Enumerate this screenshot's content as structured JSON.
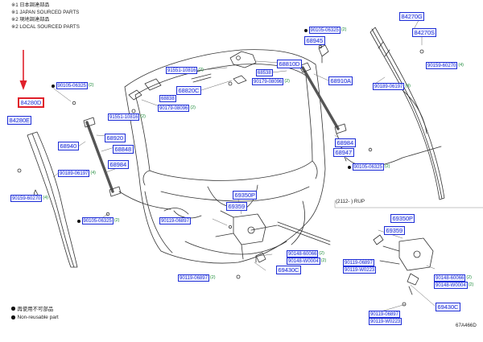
{
  "notes": [
    {
      "mark": "※",
      "text": "1 日本調達部品"
    },
    {
      "mark": "※",
      "text": "1 JAPAN SOURCED PARTS"
    },
    {
      "mark": "※",
      "text": "2 現地調達部品"
    },
    {
      "mark": "※",
      "text": "2 LOCAL SOURCED PARTS"
    }
  ],
  "labels": [
    {
      "id": "l84280D",
      "pn": "84280D",
      "qty": "",
      "dot": false,
      "big": true,
      "hl": true
    },
    {
      "id": "l84280E",
      "pn": "84280E",
      "qty": "",
      "dot": false,
      "big": true,
      "hl": false
    },
    {
      "id": "l90105a",
      "pn": "90105-06325",
      "qty": "(2)",
      "dot": true,
      "big": false,
      "hl": false
    },
    {
      "id": "l68940",
      "pn": "68940",
      "qty": "",
      "dot": false,
      "big": true,
      "hl": false
    },
    {
      "id": "l90189a",
      "pn": "90189-06197",
      "qty": "(4)",
      "dot": false,
      "big": false,
      "hl": false
    },
    {
      "id": "l90159a",
      "pn": "90159-60270",
      "qty": "(4)",
      "dot": false,
      "big": false,
      "hl": false
    },
    {
      "id": "l90105b",
      "pn": "90105-06325",
      "qty": "(2)",
      "dot": true,
      "big": false,
      "hl": false
    },
    {
      "id": "l68920",
      "pn": "68920",
      "qty": "",
      "dot": false,
      "big": true,
      "hl": false
    },
    {
      "id": "l68848",
      "pn": "68848",
      "qty": "",
      "dot": false,
      "big": true,
      "hl": false
    },
    {
      "id": "l68984a",
      "pn": "68984",
      "qty": "",
      "dot": false,
      "big": true,
      "hl": false
    },
    {
      "id": "l91551a",
      "pn": "91551-10816",
      "qty": "(2)",
      "dot": false,
      "big": false,
      "hl": false
    },
    {
      "id": "l68820C",
      "pn": "68820C",
      "qty": "",
      "dot": false,
      "big": true,
      "hl": false
    },
    {
      "id": "l68838",
      "pn": "68838",
      "qty": "",
      "dot": false,
      "big": false,
      "hl": false
    },
    {
      "id": "l90179",
      "pn": "90179-08096",
      "qty": "(2)",
      "dot": false,
      "big": false,
      "hl": false
    },
    {
      "id": "l91551b",
      "pn": "91551-10816",
      "qty": "(2)",
      "dot": false,
      "big": false,
      "hl": false
    },
    {
      "id": "l68810D",
      "pn": "68810D",
      "qty": "",
      "dot": false,
      "big": true,
      "hl": false
    },
    {
      "id": "l68538",
      "pn": "68538",
      "qty": "",
      "dot": false,
      "big": false,
      "hl": false
    },
    {
      "id": "l90179b",
      "pn": "90179-08096",
      "qty": "(2)",
      "dot": false,
      "big": false,
      "hl": false
    },
    {
      "id": "l68910A",
      "pn": "68910A",
      "qty": "",
      "dot": false,
      "big": true,
      "hl": false
    },
    {
      "id": "l90105c",
      "pn": "90105-06325",
      "qty": "(2)",
      "dot": true,
      "big": false,
      "hl": false
    },
    {
      "id": "l68945",
      "pn": "68945",
      "qty": "",
      "dot": false,
      "big": true,
      "hl": false
    },
    {
      "id": "l84270G",
      "pn": "84270G",
      "qty": "",
      "dot": false,
      "big": true,
      "hl": false
    },
    {
      "id": "l84270S",
      "pn": "84270S",
      "qty": "",
      "dot": false,
      "big": true,
      "hl": false
    },
    {
      "id": "l90159b",
      "pn": "90159-60270",
      "qty": "(4)",
      "dot": false,
      "big": false,
      "hl": false
    },
    {
      "id": "l90189b",
      "pn": "90189-06197",
      "qty": "(4)",
      "dot": false,
      "big": false,
      "hl": false
    },
    {
      "id": "l68984b",
      "pn": "68984",
      "qty": "",
      "dot": false,
      "big": true,
      "hl": false
    },
    {
      "id": "l68947",
      "pn": "68947",
      "qty": "",
      "dot": false,
      "big": true,
      "hl": false
    },
    {
      "id": "l90105d",
      "pn": "90105-06325",
      "qty": "(2)",
      "dot": true,
      "big": false,
      "hl": false
    },
    {
      "id": "l69350P",
      "pn": "69350P",
      "qty": "",
      "dot": false,
      "big": true,
      "hl": false
    },
    {
      "id": "l69359",
      "pn": "69359",
      "qty": "",
      "dot": false,
      "big": true,
      "hl": false
    },
    {
      "id": "l90119a",
      "pn": "90119-06897",
      "qty": "",
      "dot": false,
      "big": false,
      "hl": false
    },
    {
      "id": "l90148a",
      "pn": "90148-60066",
      "qty": "(2)",
      "dot": false,
      "big": false,
      "hl": false
    },
    {
      "id": "l90148b",
      "pn": "90148-W0004",
      "qty": "(2)",
      "dot": false,
      "big": false,
      "hl": false
    },
    {
      "id": "l69430C",
      "pn": "69430C",
      "qty": "",
      "dot": false,
      "big": true,
      "hl": false
    },
    {
      "id": "l90119b",
      "pn": "90119-06897",
      "qty": "(2)",
      "dot": false,
      "big": false,
      "hl": false
    },
    {
      "id": "l69350Pb",
      "pn": "69350P",
      "qty": "",
      "dot": false,
      "big": true,
      "hl": false
    },
    {
      "id": "l69359b",
      "pn": "69359",
      "qty": "",
      "dot": false,
      "big": true,
      "hl": false
    },
    {
      "id": "l90119c",
      "pn": "90119-06897",
      "qty": "",
      "dot": false,
      "big": false,
      "hl": false
    },
    {
      "id": "l90119d",
      "pn": "90119-W0223",
      "qty": "",
      "dot": false,
      "big": false,
      "hl": false
    },
    {
      "id": "l90148c",
      "pn": "90148-60066",
      "qty": "(2)",
      "dot": false,
      "big": false,
      "hl": false
    },
    {
      "id": "l90148d",
      "pn": "90148-W0004",
      "qty": "(2)",
      "dot": false,
      "big": false,
      "hl": false
    },
    {
      "id": "l69430Cb",
      "pn": "69430C",
      "qty": "",
      "dot": false,
      "big": true,
      "hl": false
    },
    {
      "id": "l90119e",
      "pn": "90119-06897",
      "qty": "",
      "dot": false,
      "big": false,
      "hl": false
    },
    {
      "id": "l90119f",
      "pn": "90119-W0223",
      "qty": "",
      "dot": false,
      "big": false,
      "hl": false
    }
  ],
  "variant": "(2112-             ) RUP",
  "legend": {
    "ja": "再使用不可部品",
    "en": "Non-reusable part"
  },
  "diagram_code": "67A466D",
  "colors": {
    "part_number": "#1f2fd6",
    "quantity": "#1c8a3a",
    "highlight": "#e0202a",
    "line": "#333333"
  }
}
